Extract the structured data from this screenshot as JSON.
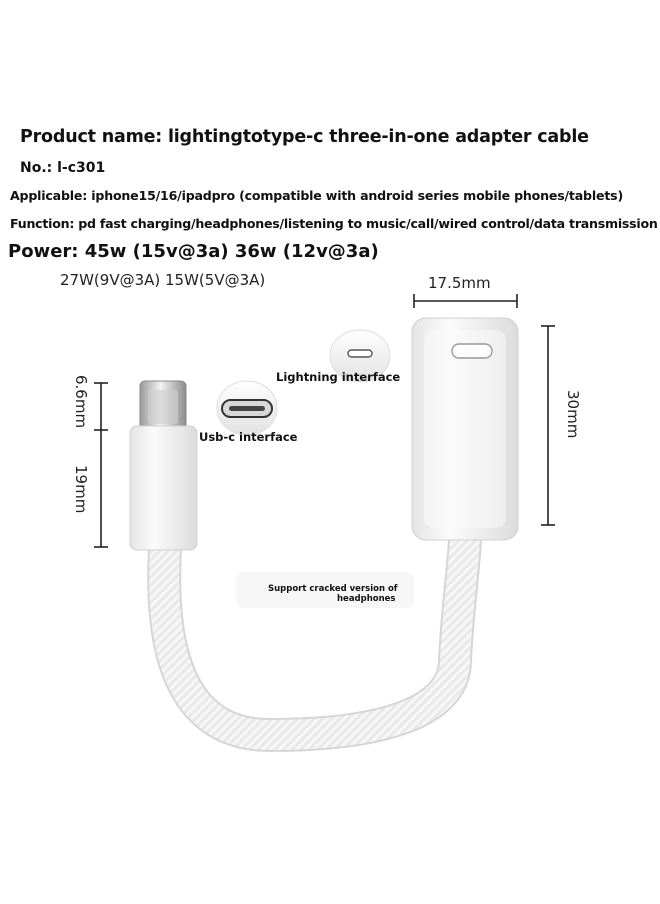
{
  "header": {
    "product_name": "Product name: lightingtotype-c three-in-one adapter cable",
    "model_no": "No.: l-c301",
    "applicable": "Applicable: iphone15/16/ipadpro (compatible with android series mobile phones/tablets)",
    "function": "Function: pd fast charging/headphones/listening to music/call/wired control/data transmission",
    "power_main": "Power: 45w (15v@3a) 36w (12v@3a)",
    "power_secondary": "27W(9V@3A) 15W(5V@3A)"
  },
  "dimensions": {
    "width": "17.5mm",
    "height": "30mm",
    "plug_len": "6.6mm",
    "body_len": "19mm"
  },
  "labels": {
    "lightning": "Lightning interface",
    "usbc": "Usb-c interface",
    "note_line1": "Support cracked version of",
    "note_line2": "headphones"
  }
}
